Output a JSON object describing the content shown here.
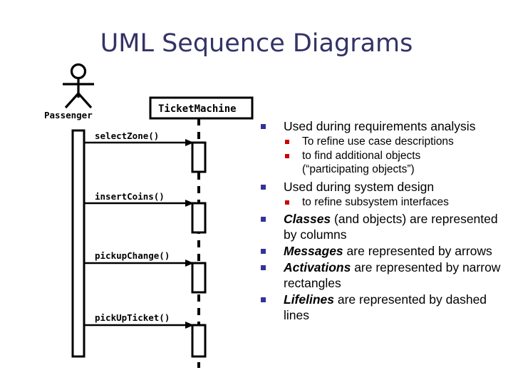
{
  "slide": {
    "title": "UML Sequence Diagrams",
    "title_color": "#333366",
    "background": "#ffffff"
  },
  "diagram": {
    "actor": {
      "name": "actor-stick-figure",
      "label": "Passenger"
    },
    "object": {
      "label": "TicketMachine"
    },
    "messages": [
      {
        "label": "selectZone()",
        "index": 1
      },
      {
        "label": "insertCoins()",
        "index": 2
      },
      {
        "label": "pickupChange()",
        "index": 3
      },
      {
        "label": "pickUpTicket()",
        "index": 4
      }
    ],
    "line_color": "#000000"
  },
  "bullets": {
    "marker_color_level1": "#333399",
    "marker_color_level2": "#CC0000",
    "items": [
      {
        "level": 1,
        "text": "Used during requirements analysis"
      },
      {
        "level": 2,
        "text": "To refine use case descriptions"
      },
      {
        "level": 2,
        "text": "to find additional objects (“participating objects”)"
      },
      {
        "level": 1,
        "text": "Used during system design"
      },
      {
        "level": 2,
        "text": "to refine subsystem interfaces"
      },
      {
        "level": 1,
        "keyword": "Classes",
        "text": " (and objects) are represented by columns"
      },
      {
        "level": 1,
        "keyword": "Messages",
        "text": " are represented by arrows"
      },
      {
        "level": 1,
        "keyword": "Activations",
        "text": " are represented by narrow rectangles"
      },
      {
        "level": 1,
        "keyword": "Lifelines",
        "text": " are represented by dashed lines"
      }
    ],
    "line3_part_a": "to find additional objects",
    "line3_part_b": "(“participating objects”)"
  }
}
